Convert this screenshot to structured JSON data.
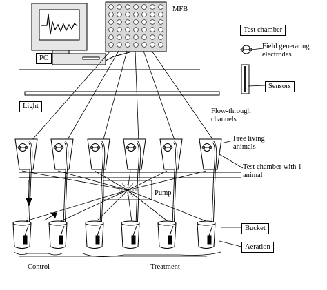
{
  "labels": {
    "mfb": "MFB",
    "pc": "PC",
    "test_chamber": "Test chamber",
    "field_generating": "Field generating electrodes",
    "sensors": "Sensors",
    "light": "Light",
    "flow_through": "Flow-through channels",
    "free_living": "Free living animals",
    "test_chamber_one": "Test chamber with 1 animal",
    "pump": "Pump",
    "bucket": "Bucket",
    "aeration": "Aeration",
    "control": "Control",
    "treatment": "Treatment"
  }
}
